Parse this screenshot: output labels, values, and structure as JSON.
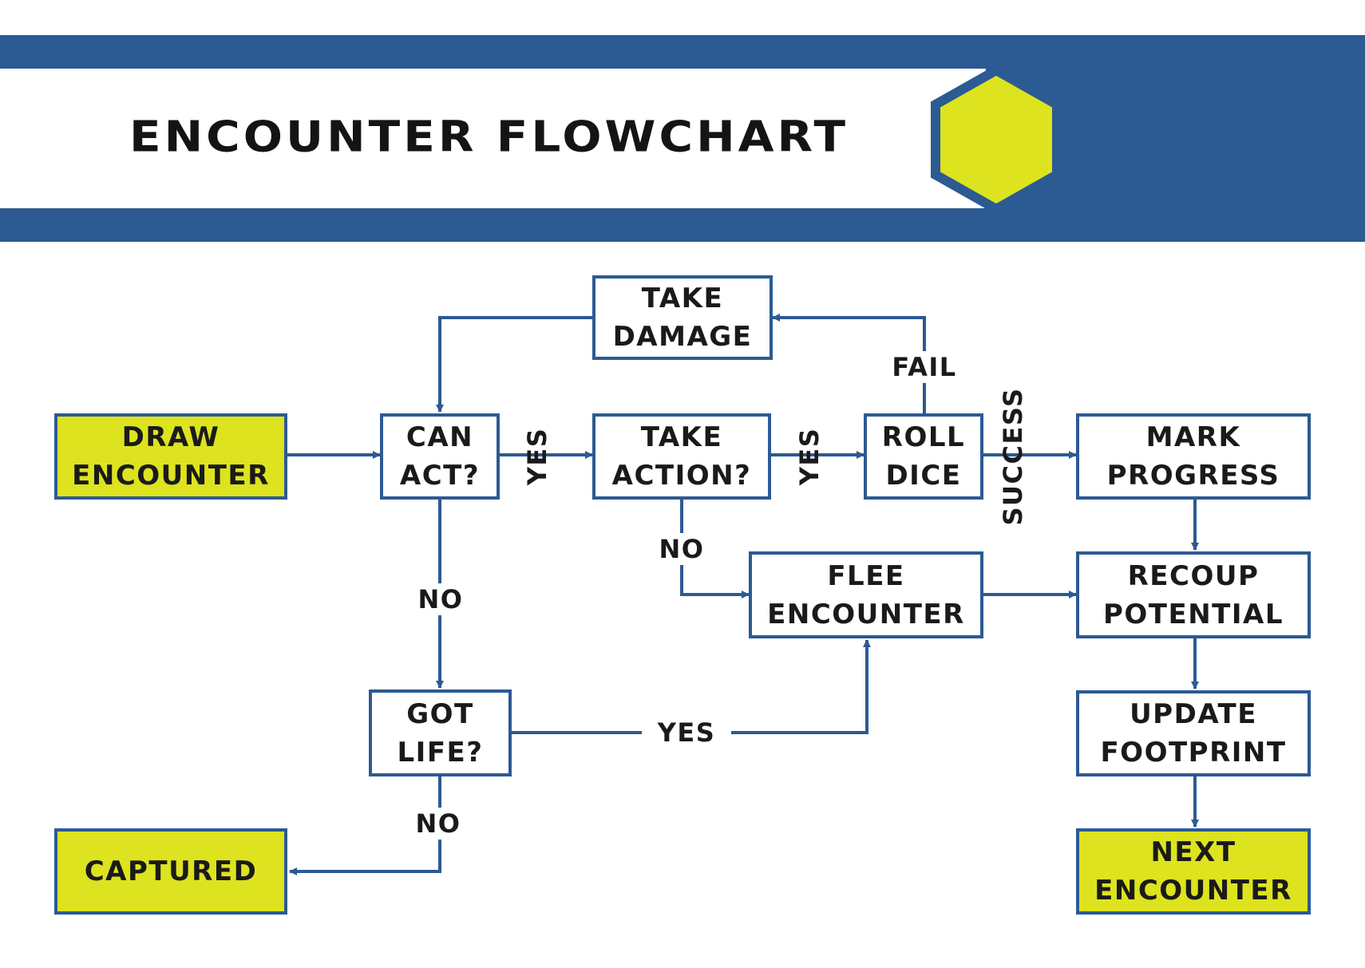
{
  "header": {
    "title": "ENCOUNTER FLOWCHART"
  },
  "colors": {
    "brand_blue": "#2c5a93",
    "accent_yellow": "#dde31e",
    "text": "#1a1a1a"
  },
  "icons": {
    "header_decoration": "hexagon-icon"
  },
  "nodes": {
    "draw_encounter": "DRAW\nENCOUNTER",
    "can_act": "CAN\nACT?",
    "take_damage": "TAKE\nDAMAGE",
    "take_action": "TAKE\nACTION?",
    "roll_dice": "ROLL\nDICE",
    "mark_progress": "MARK\nPROGRESS",
    "flee_encounter": "FLEE\nENCOUNTER",
    "recoup_potential": "RECOUP\nPOTENTIAL",
    "got_life": "GOT\nLIFE?",
    "update_footprint": "UPDATE\nFOOTPRINT",
    "captured": "CAPTURED",
    "next_encounter": "NEXT\nENCOUNTER"
  },
  "edge_labels": {
    "can_act_yes": "YES",
    "take_action_yes": "YES",
    "roll_success": "SUCCESS",
    "roll_fail": "FAIL",
    "take_action_no": "NO",
    "can_act_no": "NO",
    "got_life_yes": "YES",
    "got_life_no": "NO"
  }
}
